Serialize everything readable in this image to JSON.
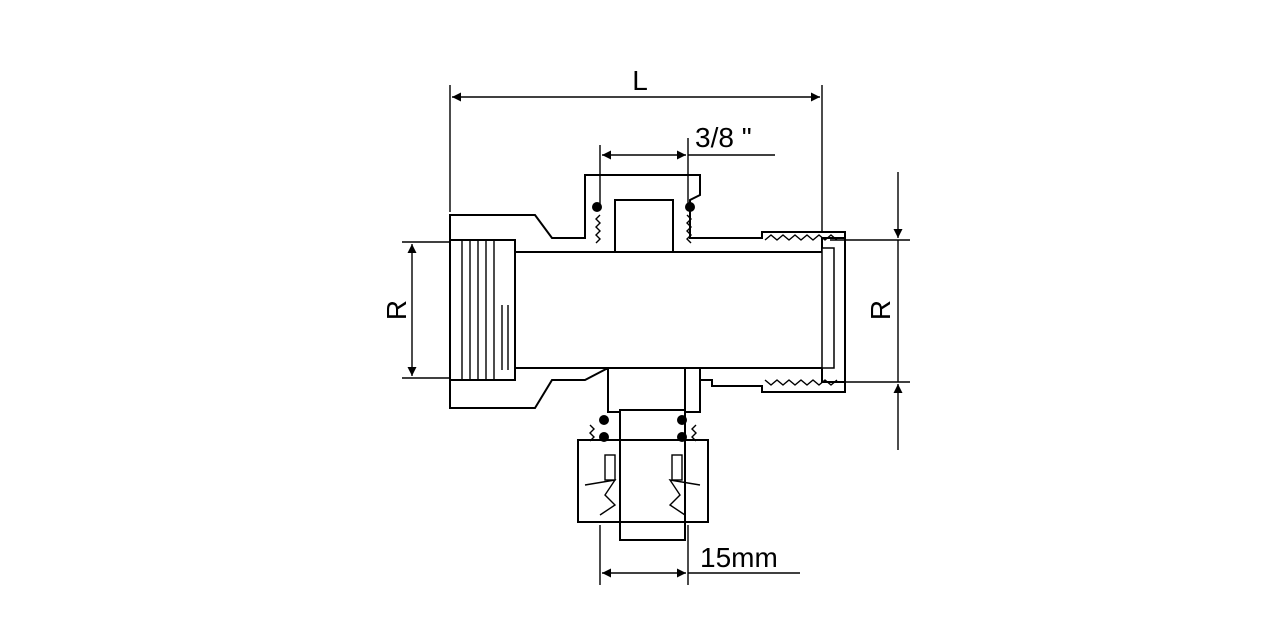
{
  "dimensions": {
    "length_label": "L",
    "branch_thread_label": "3/8 \"",
    "left_thread_label": "R",
    "right_thread_label": "R",
    "pipe_size_label": "15mm"
  },
  "colors": {
    "line": "#000000",
    "background": "#ffffff"
  }
}
